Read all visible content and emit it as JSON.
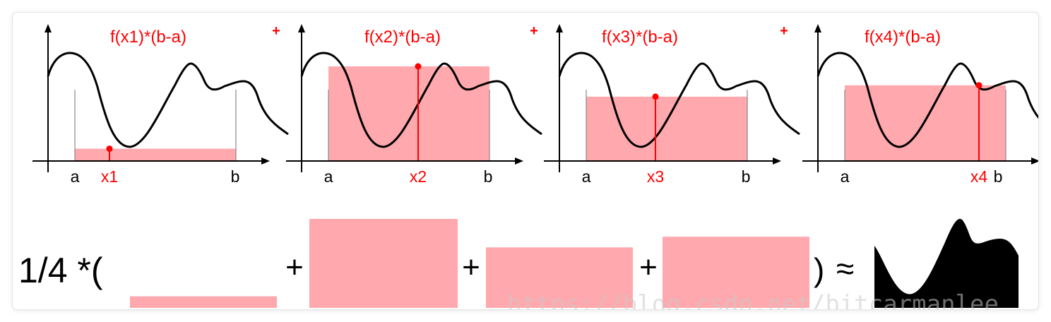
{
  "panels": [
    {
      "title": "f(x1)*(b-a)",
      "a_label": "a",
      "x_label": "x1",
      "b_label": "b",
      "sample_height": 0.13
    },
    {
      "title": "f(x2)*(b-a)",
      "a_label": "a",
      "x_label": "x2",
      "b_label": "b",
      "sample_height": 1.0
    },
    {
      "title": "f(x3)*(b-a)",
      "a_label": "a",
      "x_label": "x3",
      "b_label": "b",
      "sample_height": 0.68
    },
    {
      "title": "f(x4)*(b-a)",
      "a_label": "a",
      "x_label": "x4",
      "b_label": "b",
      "sample_height": 0.8
    }
  ],
  "plus_signs": [
    "+",
    "+",
    "+"
  ],
  "formula": {
    "prefix": "1/4 *(",
    "plus": [
      "+",
      "+",
      "+"
    ],
    "suffix": ")",
    "approx": "≈"
  },
  "watermark": "https://blog.csdn.net/bitcarmanlee",
  "colors": {
    "rect_fill": "#ffa8ae",
    "accent": "#ff0000",
    "curve": "#000000"
  }
}
